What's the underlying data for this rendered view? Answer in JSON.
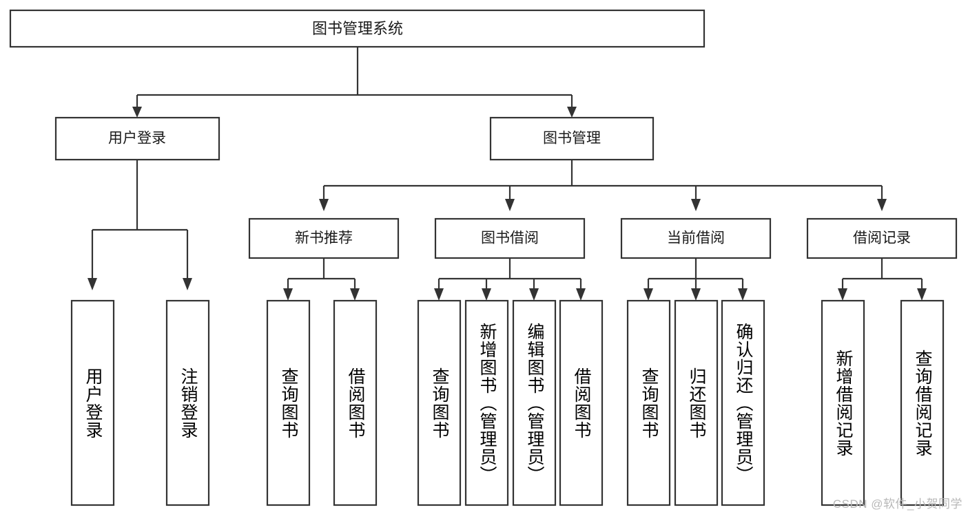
{
  "diagram": {
    "type": "tree-hierarchy-chart",
    "title": "图书管理系统",
    "background_color": "#ffffff",
    "box_stroke_color": "#333333",
    "text_color": "#1a1a1a",
    "watermark": "CSDN @软件_小贺同学",
    "root": {
      "id": "root",
      "label": "图书管理系统"
    },
    "level2": [
      {
        "id": "user-login",
        "label": "用户登录"
      },
      {
        "id": "book-management",
        "label": "图书管理"
      }
    ],
    "level3": [
      {
        "id": "new-book-recommend",
        "label": "新书推荐",
        "parent": "book-management"
      },
      {
        "id": "book-borrow",
        "label": "图书借阅",
        "parent": "book-management"
      },
      {
        "id": "current-borrow",
        "label": "当前借阅",
        "parent": "book-management"
      },
      {
        "id": "borrow-record",
        "label": "借阅记录",
        "parent": "book-management"
      }
    ],
    "leaves": [
      {
        "id": "leaf-user-login",
        "label": "用户登录",
        "parent": "user-login"
      },
      {
        "id": "leaf-logout-login",
        "label": "注销登录",
        "parent": "user-login"
      },
      {
        "id": "leaf-query-book-1",
        "label": "查询图书",
        "parent": "new-book-recommend"
      },
      {
        "id": "leaf-borrow-book-1",
        "label": "借阅图书",
        "parent": "new-book-recommend"
      },
      {
        "id": "leaf-query-book-2",
        "label": "查询图书",
        "parent": "book-borrow"
      },
      {
        "id": "leaf-add-book",
        "label": "新增图书（管理员）",
        "parent": "book-borrow"
      },
      {
        "id": "leaf-edit-book",
        "label": "编辑图书（管理员）",
        "parent": "book-borrow"
      },
      {
        "id": "leaf-borrow-book-2",
        "label": "借阅图书",
        "parent": "book-borrow"
      },
      {
        "id": "leaf-query-book-3",
        "label": "查询图书",
        "parent": "current-borrow"
      },
      {
        "id": "leaf-return-book",
        "label": "归还图书",
        "parent": "current-borrow"
      },
      {
        "id": "leaf-confirm-return",
        "label": "确认归还（管理员）",
        "parent": "current-borrow"
      },
      {
        "id": "leaf-add-record",
        "label": "新增借阅记录",
        "parent": "borrow-record"
      },
      {
        "id": "leaf-query-record",
        "label": "查询借阅记录",
        "parent": "borrow-record"
      }
    ]
  }
}
